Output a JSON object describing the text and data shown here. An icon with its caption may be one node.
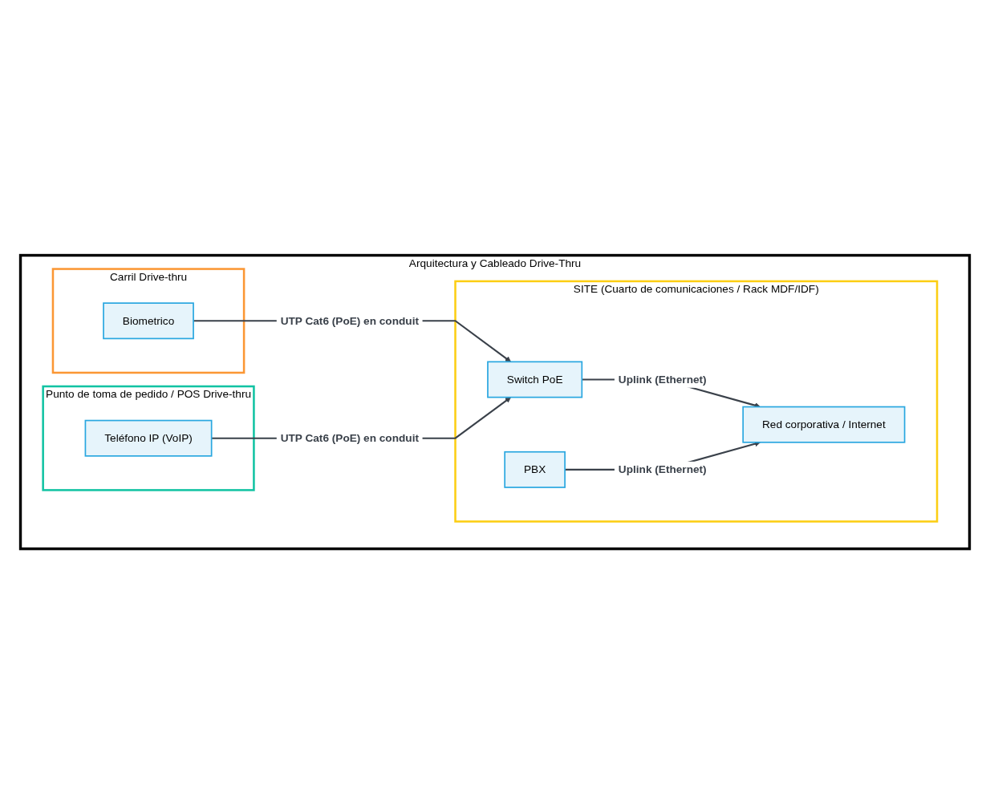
{
  "diagram": {
    "nodes": [
      {
        "text": [
          "Arquitectura y Cableado Drive-Thru"
        ]
      },
      {
        "text": [
          "Carril Drive-thru"
        ],
        "in": 0
      },
      {
        "text": [
          "Biometrico"
        ],
        "in": 1
      },
      {
        "text": [
          "Punto de toma de pedido / POS Drive-thru"
        ],
        "in": 0
      },
      {
        "text": [
          "Teléfono IP (VoIP)"
        ],
        "in": 3
      },
      {
        "text": [
          "SITE (Cuarto de comunicaciones / Rack MDF/IDF)"
        ],
        "in": 0
      },
      {
        "text": [
          "Switch PoE"
        ],
        "in": 5
      },
      {
        "text": [
          "PBX"
        ],
        "in": 5
      },
      {
        "text": [
          "Red corporativa / Internet"
        ],
        "in": 5
      }
    ],
    "edges": [
      {
        "from": 2,
        "to": 6,
        "arrow": "to",
        "label": "UTP Cat6 (PoE) en conduit"
      },
      {
        "from": 4,
        "to": 6,
        "arrow": "to",
        "label": "UTP Cat6 (PoE) en conduit"
      },
      {
        "from": 6,
        "to": 8,
        "arrow": "to",
        "label": "Uplink (Ethernet)"
      },
      {
        "from": 7,
        "to": 8,
        "arrow": "to",
        "label": "Uplink (Ethernet)"
      }
    ]
  }
}
